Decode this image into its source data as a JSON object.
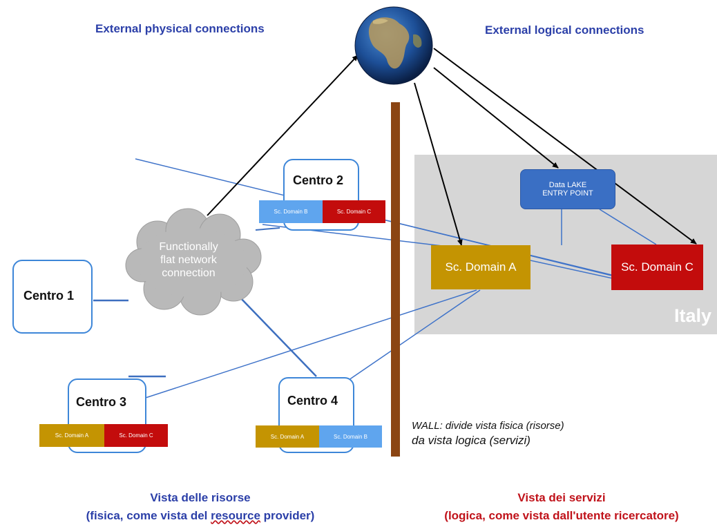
{
  "headers": {
    "left": "External  physical  connections",
    "right": "External  logical  connections"
  },
  "cloud": {
    "line1": "Functionally",
    "line2": "flat network",
    "line3": "connection"
  },
  "centri": {
    "c1": "Centro  1",
    "c2": "Centro  2",
    "c3": "Centro  3",
    "c4": "Centro  4"
  },
  "chips": {
    "c2_b": "Sc.  Domain    B",
    "c2_c": "Sc.  Domain    C",
    "c3_a": "Sc.  Domain    A",
    "c3_c": "Sc.  Domain    C",
    "c4_a": "Sc.  Domain    A",
    "c4_b": "Sc.  Domain    B"
  },
  "logical": {
    "lake_line1": "Data  LAKE",
    "lake_line2": "ENTRY POINT",
    "domain_a": "Sc. Domain A",
    "domain_c": "Sc. Domain C",
    "region": "Italy"
  },
  "wall": {
    "line1": "WALL: divide vista fisica (risorse)",
    "line2": "da vista logica (servizi)"
  },
  "footer": {
    "left_title": "Vista delle risorse",
    "left_sub_pre": "(fisica, come vista  del ",
    "left_sub_word": "resource",
    "left_sub_post": " provider)",
    "right_title": "Vista dei servizi",
    "right_sub": "(logica, come vista dall'utente ricercatore)"
  },
  "colors": {
    "accent_blue": "#2b3fa8",
    "accent_red": "#c0121a",
    "domain_gold": "#c49402",
    "domain_red": "#c30c0c",
    "domain_lightblue": "#5fa5ee",
    "wall_brown": "#8b4513"
  }
}
